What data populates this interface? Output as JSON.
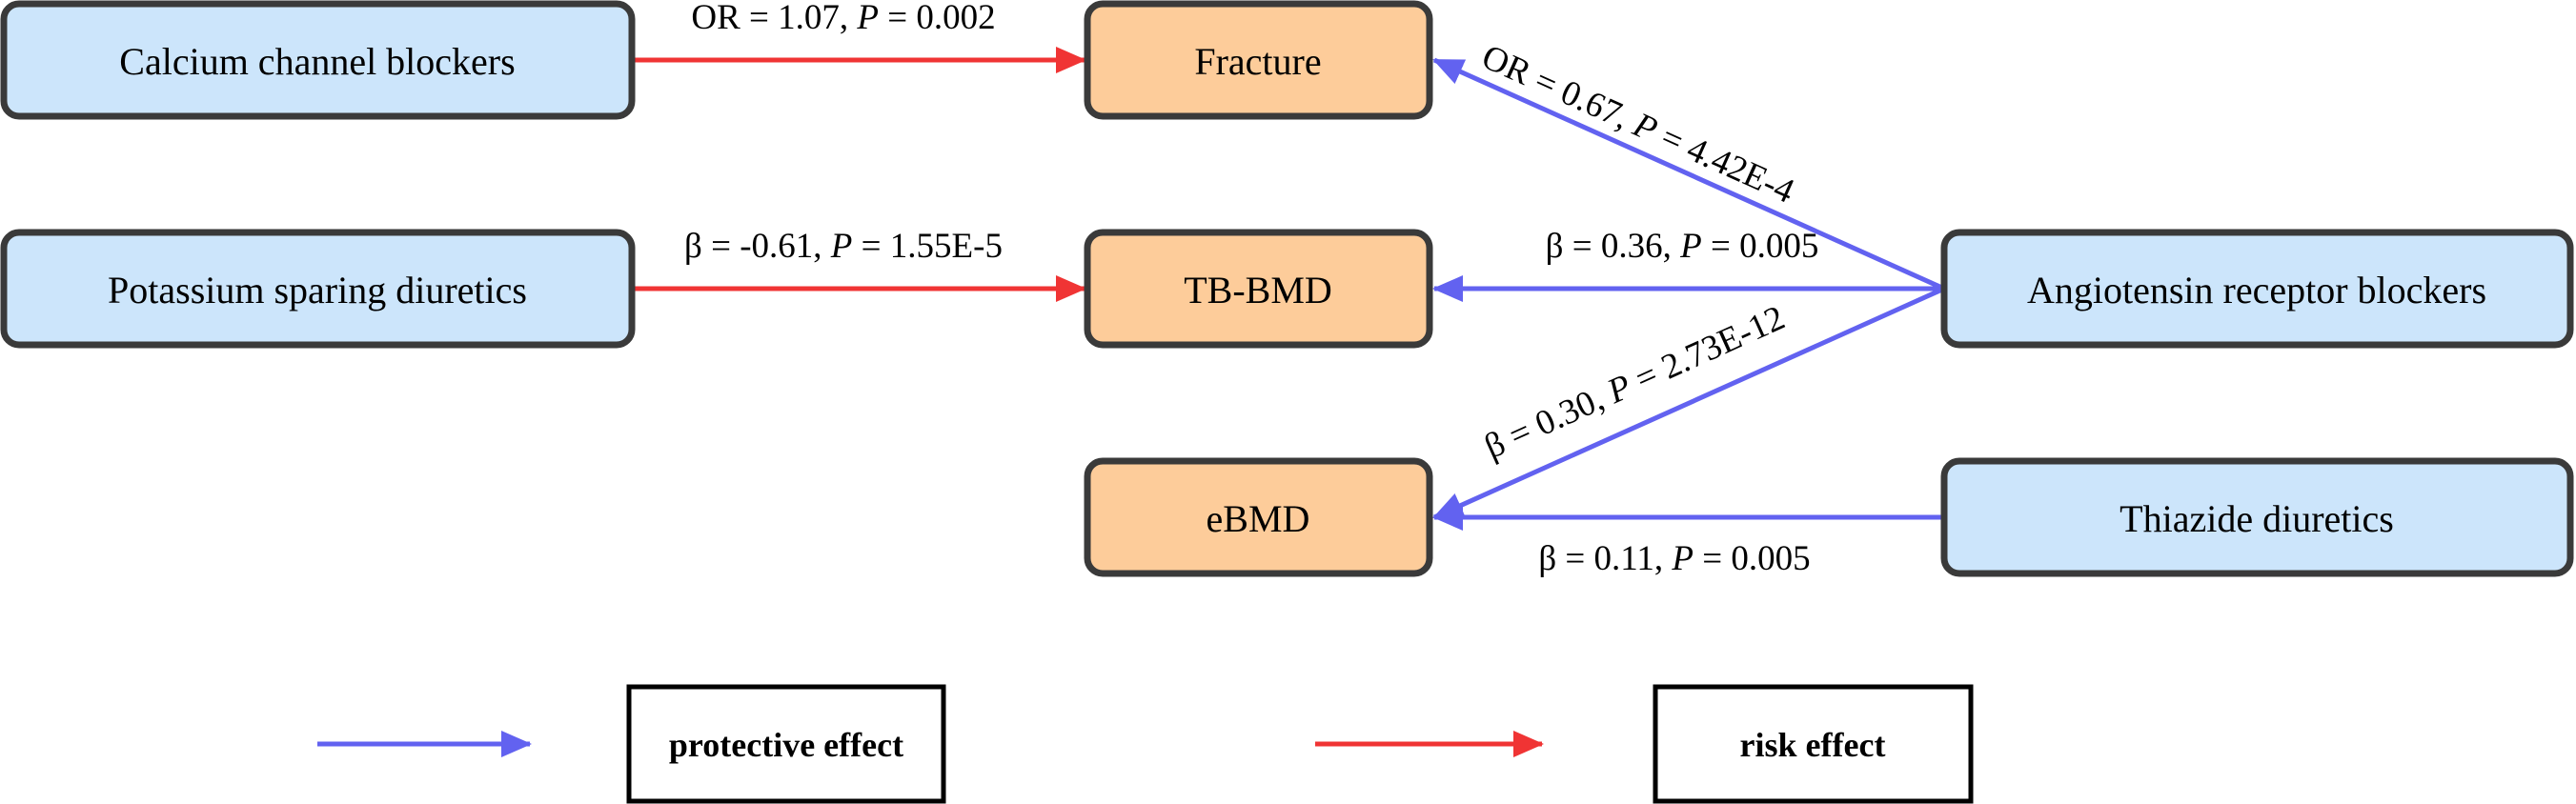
{
  "colors": {
    "exposure_fill": "#cce5fb",
    "outcome_fill": "#fdcc9a",
    "box_stroke": "#3a3a3a",
    "protective": "#6262f0",
    "risk": "#f03434"
  },
  "nodes": {
    "ccb": "Calcium channel blockers",
    "psd": "Potassium sparing diuretics",
    "fracture": "Fracture",
    "tbbmd": "TB-BMD",
    "ebmd": "eBMD",
    "arb": "Angiotensin receptor blockers",
    "thiazide": "Thiazide diuretics"
  },
  "edges": {
    "ccb_fracture": {
      "stat": "OR = 1.07, ",
      "p_label": "P",
      "p_value": " = 0.002",
      "effect": "risk"
    },
    "psd_tbbmd": {
      "stat": "β = -0.61, ",
      "p_label": "P",
      "p_value": " = 1.55E-5",
      "effect": "risk"
    },
    "arb_fracture": {
      "stat": "OR = 0.67, ",
      "p_label": "P",
      "p_value": " = 4.42E-4",
      "effect": "protective"
    },
    "arb_tbbmd": {
      "stat": "β = 0.36, ",
      "p_label": "P",
      "p_value": " = 0.005",
      "effect": "protective"
    },
    "arb_ebmd": {
      "stat": "β = 0.30, ",
      "p_label": "P",
      "p_value": " = 2.73E-12",
      "effect": "protective"
    },
    "thiazide_ebmd": {
      "stat": "β = 0.11, ",
      "p_label": "P",
      "p_value": " = 0.005",
      "effect": "protective"
    }
  },
  "legend": {
    "protective": "protective effect",
    "risk": "risk effect"
  }
}
